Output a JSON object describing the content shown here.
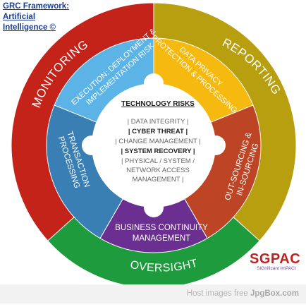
{
  "title": {
    "line1": "GRC Framework:",
    "line2": "Artificial",
    "line3": "Intelligence ©"
  },
  "outer_ring": {
    "monitoring": "MONITORING",
    "reporting": "REPORTING",
    "oversight": "OVERSIGHT"
  },
  "segments": {
    "execution": [
      "EXECUTION: DEPLOYMENT &",
      "IMPLEMENTATION RISK"
    ],
    "data_privacy": [
      "DATA PRIVACY",
      "PROTECTION & PROCESSING"
    ],
    "transaction": [
      "TRANSACTION",
      "PROCESSING"
    ],
    "outsourcing": [
      "OUT-SOURCING &",
      "IN-SOURCING"
    ],
    "bcm": [
      "BUSINESS CONTINUITY",
      "MANAGEMENT"
    ]
  },
  "center": {
    "heading": "TECHNOLOGY RISKS",
    "line1": "| DATA INTEGRITY |",
    "line2": "| CYBER THREAT |",
    "line3": "| CHANGE MANAGEMENT |",
    "line4": "| SYSTEM RECOVERY |",
    "line5": "| PHYSICAL / SYSTEM /",
    "line6": "NETWORK ACCESS",
    "line7": "MANAGEMENT |"
  },
  "logo": {
    "mark": "SGPAC",
    "tagline": "SIGnificant ImPACt"
  },
  "footer": {
    "text": "Host images free",
    "brand": "JpgBox.com"
  },
  "colors": {
    "monitoring": "#c4231a",
    "reporting": "#b89f10",
    "oversight": "#1e9b3c",
    "execution": "#5cb3e6",
    "data_privacy": "#f6b90f",
    "transaction": "#3a7fb4",
    "outsourcing": "#bd4424",
    "bcm": "#6b2f91",
    "center": "#ffffff"
  }
}
